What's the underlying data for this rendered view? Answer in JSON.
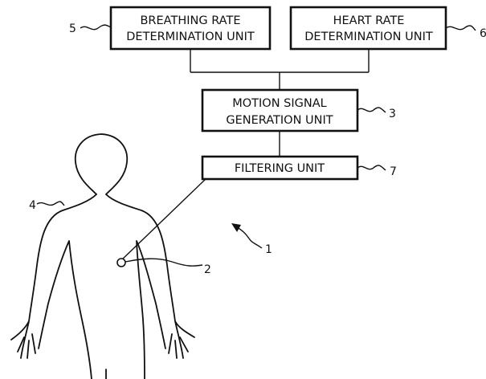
{
  "boxes": {
    "breathing": {
      "line1": "BREATHING RATE",
      "line2": "DETERMINATION UNIT"
    },
    "heart": {
      "line1": "HEART RATE",
      "line2": "DETERMINATION UNIT"
    },
    "motion": {
      "line1": "MOTION SIGNAL",
      "line2": "GENERATION UNIT"
    },
    "filtering": {
      "line1": "FILTERING UNIT"
    }
  },
  "refs": {
    "system": "1",
    "sensor": "2",
    "motion_unit": "3",
    "subject": "4",
    "breathing_unit": "5",
    "heart_unit": "6",
    "filtering_unit": "7"
  }
}
